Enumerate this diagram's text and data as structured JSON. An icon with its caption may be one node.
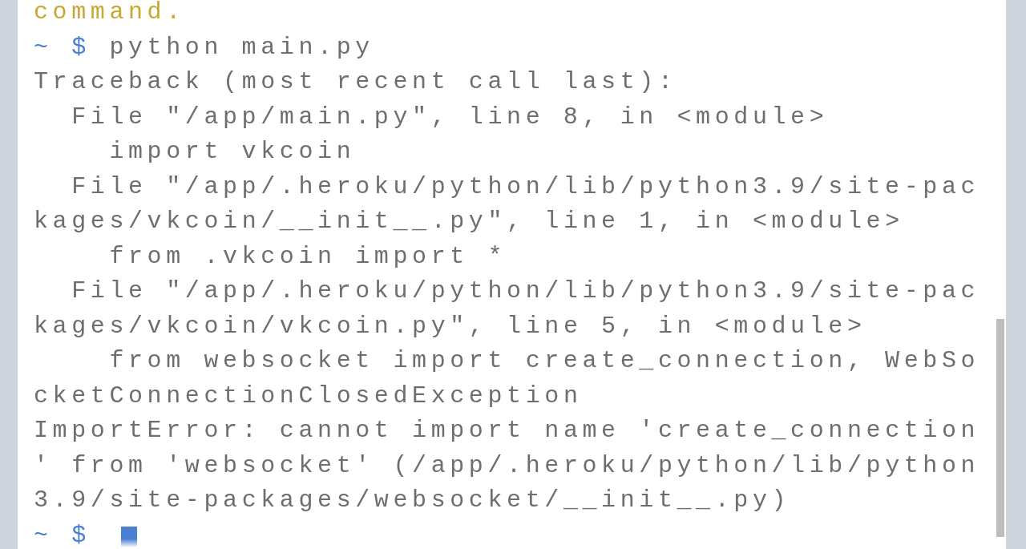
{
  "diagram": {
    "labels": [
      "command.",
      "~ $",
      "python main.py",
      "Traceback (most recent call last):",
      "File \"/app/main.py\", line 8, in <module>",
      "import vkcoin",
      "File \"/app/.heroku/python/lib/python3.9/site-pac",
      "kages/vkcoin/__init__.py\", line 1, in <module>",
      "from .vkcoin import *",
      "File \"/app/.heroku/python/lib/python3.9/site-pac",
      "kages/vkcoin/vkcoin.py\", line 5, in <module>",
      "from websocket import create_connection, WebSo",
      "cketConnectionClosedException",
      "ImportError: cannot import name 'create_connection",
      "' from 'websocket' (/app/.heroku/python/lib/python",
      "3.9/site-packages/websocket/__init__.py)",
      "~ $"
    ]
  }
}
